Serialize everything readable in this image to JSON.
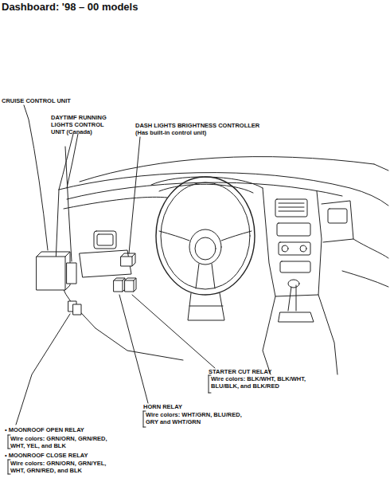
{
  "diagram": {
    "title": "Dashboard: '98 – 00 models",
    "labels": [
      "CRUISE CONTROL UNIT",
      "DAYTIMF RUNNING LIGHTS CONTROL UNIT (Canada)",
      "DASH LIGHTS BRIGHTNESS CONTROLLER",
      "(Has built-in control unit)",
      "STARTER CUT RELAY",
      "Wire colors: BLK/WHT, BLK/WHT, BLU/BLK, and BLK/RED",
      "HORN RELAY",
      "Wire colors: WHT/GRN, BLU/RED, GRY and WHT/GRN",
      "• MOONROOF OPEN RELAY",
      "Wire colors: GRN/ORN, GRN/RED, WHT, YEL, and BLK",
      "• MOONROOF CLOSE RELAY",
      "Wire colors: GRN/ORN, GRN/YEL, WHT, GRN/RED, and BLK"
    ]
  }
}
